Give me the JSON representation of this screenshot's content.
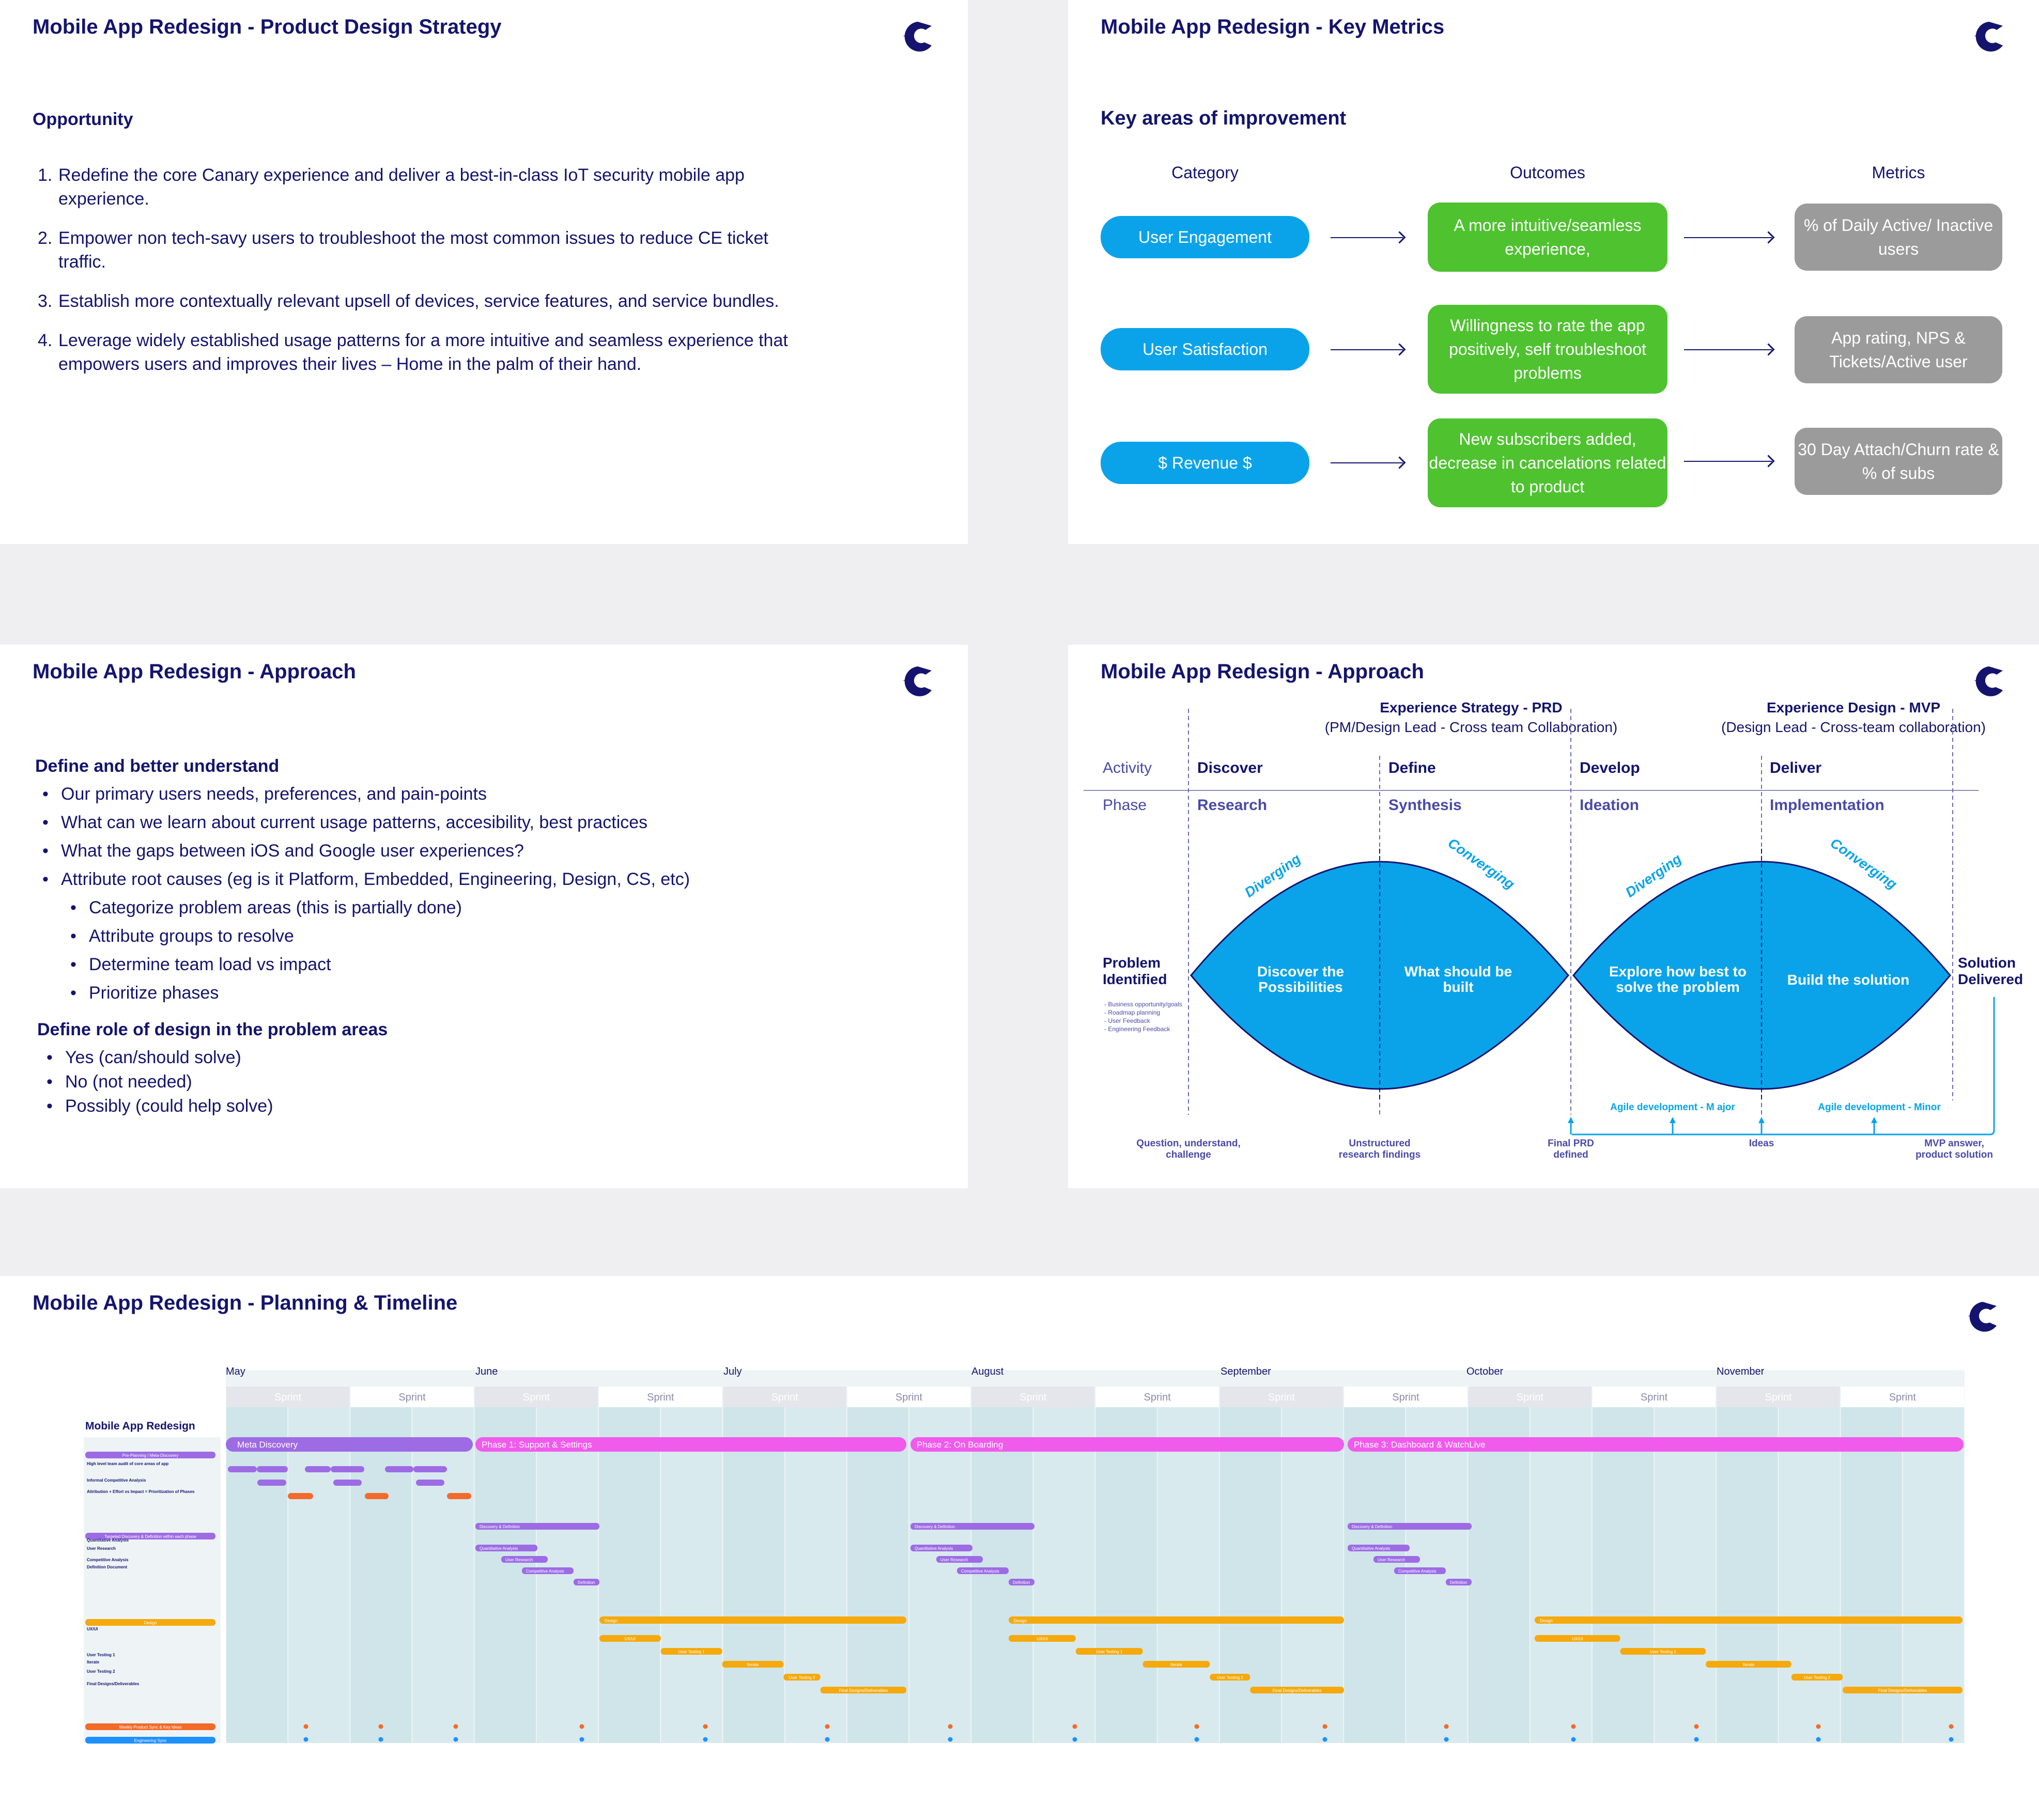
{
  "colors": {
    "navy": "#14146e",
    "blue": "#0aa3ea",
    "green": "#4fc230",
    "gray": "#9b9b9b",
    "purple": "#9d6be4",
    "magenta": "#f05bec",
    "orange": "#f5a90c",
    "red": "#f26b2b",
    "teal": "#d3e8ec"
  },
  "logo": "canary-c-logo-icon",
  "slide1": {
    "title": "Mobile App Redesign - Product Design Strategy",
    "heading": "Opportunity",
    "items": [
      {
        "num": "1.",
        "text": "Redefine the core Canary experience and deliver a best-in-class IoT security mobile app experience."
      },
      {
        "num": "2.",
        "text": "Empower non tech-savy users to troubleshoot the most common issues to reduce CE ticket traffic."
      },
      {
        "num": "3.",
        "text": "Establish more contextually relevant upsell of devices, service features, and service bundles."
      },
      {
        "num": "4.",
        "text": "Leverage widely established usage patterns for a more intuitive and seamless experience that empowers users and improves their lives – Home in the palm of their hand."
      }
    ]
  },
  "slide2": {
    "title": "Mobile App Redesign - Key Metrics",
    "heading": "Key areas of improvement",
    "col_category": "Category",
    "col_outcomes": "Outcomes",
    "col_metrics": "Metrics",
    "rows": [
      {
        "category": "User Engagement",
        "outcome": "A more intuitive/seamless experience,",
        "metric": "% of Daily Active/ Inactive users"
      },
      {
        "category": "User Satisfaction",
        "outcome": "Willingness to rate the app positively, self troubleshoot problems",
        "metric": "App rating, NPS & Tickets/Active user"
      },
      {
        "category": "$ Revenue $",
        "outcome": "New subscribers added, decrease in cancelations related to product",
        "metric": "30 Day Attach/Churn rate & % of subs"
      }
    ]
  },
  "slide3": {
    "title": "Mobile App Redesign - Approach",
    "section1": "Define and better understand",
    "bullets1": [
      "Our primary users needs, preferences, and pain-points",
      "What can we learn about current usage patterns, accesibility, best practices",
      "What the gaps between iOS and Google user experiences?",
      "Attribute root causes (eg is it Platform, Embedded, Engineering, Design, CS, etc)"
    ],
    "subbullets": [
      "Categorize problem areas (this is partially done)",
      "Attribute groups to resolve",
      "Determine team load vs impact",
      "Prioritize phases"
    ],
    "section2": "Define role of design in the problem areas",
    "bullets2": [
      "Yes (can/should solve)",
      "No (not needed)",
      "Possibly (could help solve)"
    ]
  },
  "slide4": {
    "title": "Mobile App Redesign - Approach",
    "strategy_title": "Experience Strategy - PRD",
    "strategy_sub": "(PM/Design Lead - Cross team Collaboration)",
    "design_title": "Experience Design - MVP",
    "design_sub": "(Design Lead - Cross-team collaboration)",
    "activity_label": "Activity",
    "phase_label": "Phase",
    "activities": [
      "Discover",
      "Define",
      "Develop",
      "Deliver"
    ],
    "phases": [
      "Research",
      "Synthesis",
      "Ideation",
      "Implementation"
    ],
    "diverging": "Diverging",
    "converging": "Converging",
    "diamond_labels": [
      "Discover the Possibilities",
      "What should be built",
      "Explore how best to solve the problem",
      "Build the solution"
    ],
    "problem": "Problem Identified",
    "problem_notes": [
      "- Business opportunity/goals",
      "- Roadmap planning",
      "- User Feedback",
      "- Engineering Feedback"
    ],
    "solution": "Solution Delivered",
    "agile_major": "Agile development - M ajor",
    "agile_minor": "Agile development - Minor",
    "bottom": [
      "Question, understand, challenge",
      "Unstructured research findings",
      "Final PRD defined",
      "Ideas",
      "MVP answer, product solution"
    ]
  },
  "slide5": {
    "title": "Mobile App Redesign - Planning & Timeline",
    "project": "Mobile App Redesign",
    "months": [
      "May",
      "June",
      "July",
      "August",
      "September",
      "October",
      "November"
    ],
    "sprint_label": "Sprint",
    "phases": [
      "Meta Discovery",
      "Phase 1: Support & Settings",
      "Phase 2: On Boarding",
      "Phase 3: Dashboard & WatchLive"
    ],
    "left_tags": [
      "Pre-Planning / Meta-Discovery",
      "Targeted Discovery & Definition within each phase",
      "Design",
      "Weekly Product Sync & Key Ideas",
      "Engineering Sync"
    ],
    "left_notes": [
      "High level team audit of core areas of app",
      "Informal Competitive Analysis",
      "Attribution + Effort vs Impact = Prioritization of Phases",
      "Quantitative Analysis",
      "User Research",
      "Competitive Analysis",
      "Definition Document",
      "UX/UI",
      "User Testing 1",
      "Iterate",
      "User Testing 2",
      "Final Designs/Deliverables"
    ],
    "bar_labels": [
      "Discovery & Definition",
      "Quantitative Analysis",
      "User Research",
      "Competitive Analysis",
      "Definition",
      "Design",
      "UX/UI",
      "User Testing 1",
      "Iterate",
      "User Testing 2",
      "Final Designs/Deliverables"
    ]
  }
}
